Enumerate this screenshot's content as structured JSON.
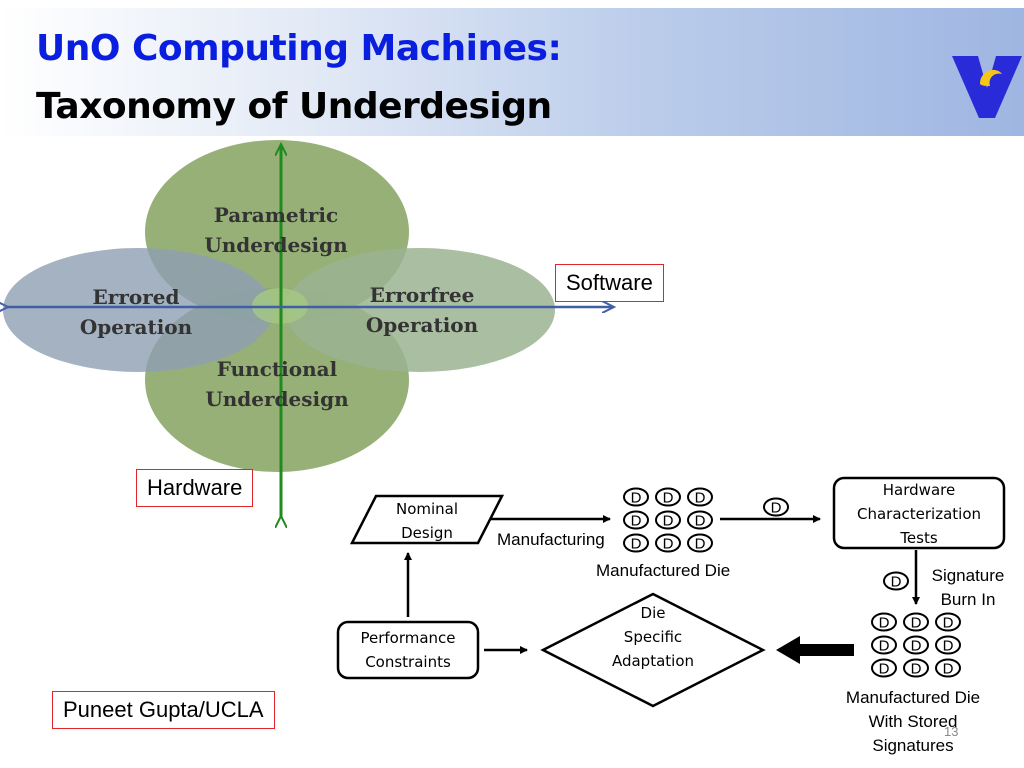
{
  "header": {
    "title_line1": "UnO Computing Machines:",
    "title_line2": "Taxonomy of Underdesign"
  },
  "logo": {
    "icon": "v-logo-icon",
    "colors": [
      "#2a2bd8",
      "#f5c518"
    ]
  },
  "taxonomy": {
    "top": [
      "Parametric",
      "Underdesign"
    ],
    "bottom": [
      "Functional",
      "Underdesign"
    ],
    "left": [
      "Errored",
      "Operation"
    ],
    "right": [
      "Errorfree",
      "Operation"
    ],
    "axis_h_label": "Software",
    "axis_v_label": "Hardware",
    "colors": {
      "vertical_petals": "#8ca768",
      "horizontal_petals": "#8f9fb3",
      "v_axis": "#1f8a1f",
      "h_axis": "#3f5fa6"
    }
  },
  "flow": {
    "nominal_design": [
      "Nominal",
      "Design"
    ],
    "manufacturing": "Manufacturing",
    "die_glyph": "D",
    "manufactured_die": "Manufactured Die",
    "hw_tests": [
      "Hardware",
      "Characterization",
      "Tests"
    ],
    "signature_burn_in": [
      "Signature",
      "Burn In"
    ],
    "stored": [
      "Manufactured Die",
      "With Stored",
      "Signatures"
    ],
    "performance": [
      "Performance",
      "Constraints"
    ],
    "adaptation": [
      "Die",
      "Specific",
      "Adaptation"
    ]
  },
  "footer": {
    "author": "Puneet Gupta/UCLA",
    "page_number": "13"
  }
}
